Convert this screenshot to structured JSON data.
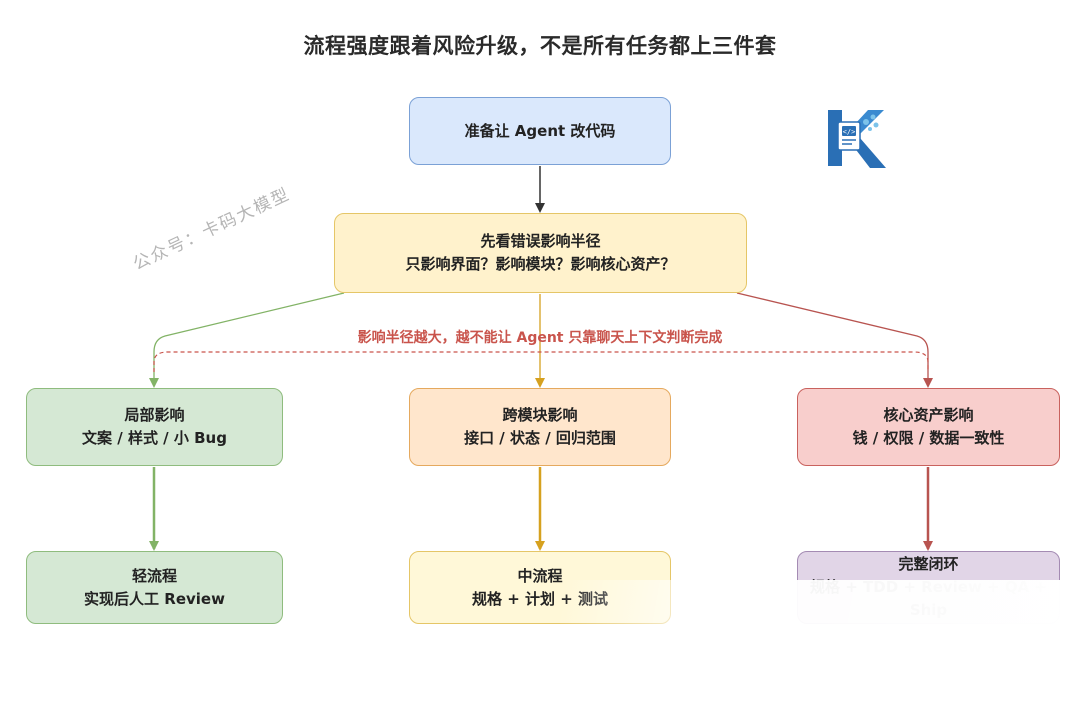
{
  "title": "流程强度跟着风险升级，不是所有任务都上三件套",
  "watermark": "公众号：卡码大模型",
  "warning": "影响半径越大，越不能让 Agent 只靠聊天上下文判断完成",
  "nodes": {
    "start": {
      "line1": "准备让 Agent 改代码"
    },
    "check": {
      "line1": "先看错误影响半径",
      "line2": "只影响界面？影响模块？影响核心资产？"
    },
    "local": {
      "line1": "局部影响",
      "line2": "文案 / 样式 / 小 Bug"
    },
    "cross": {
      "line1": "跨模块影响",
      "line2": "接口 / 状态 / 回归范围"
    },
    "core": {
      "line1": "核心资产影响",
      "line2": "钱 / 权限 / 数据一致性"
    },
    "light": {
      "line1": "轻流程",
      "line2": "实现后人工 Review"
    },
    "mid": {
      "line1": "中流程",
      "line2": "规格 + 计划 + 测试"
    },
    "full": {
      "line1": "完整闭环",
      "line2": "规格 + TDD + Review + QA + Ship"
    }
  },
  "colors": {
    "green_line": "#82b366",
    "orange_line": "#d6a11f",
    "red_line": "#b85450",
    "dark_line": "#333333",
    "warning_dash": "#c9544c"
  },
  "logo": {
    "letter": "K",
    "icon": "code-document-icon"
  }
}
